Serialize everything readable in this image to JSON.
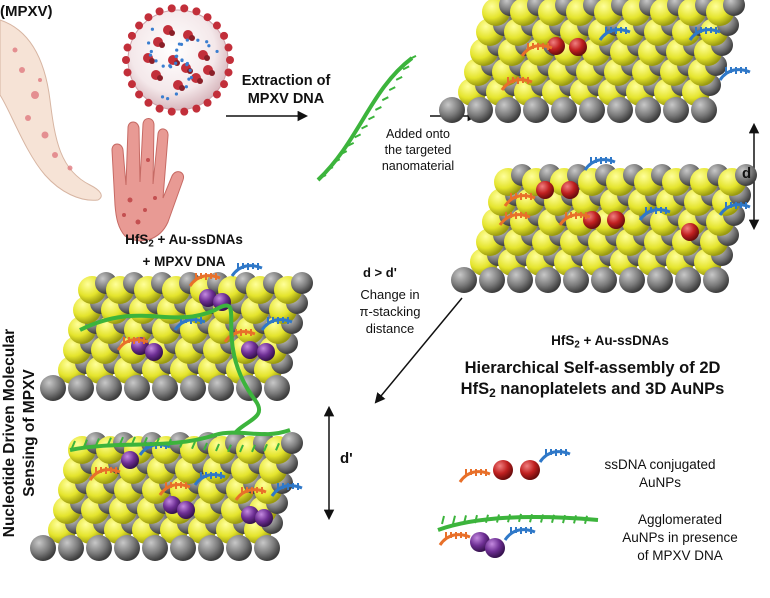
{
  "top_label": "(MPXV)",
  "extraction": [
    "Extraction of",
    "MPXV DNA"
  ],
  "added_onto": [
    "Added onto",
    "the targeted",
    "nanomaterial"
  ],
  "d_label": "d",
  "d_prime_label": "d'",
  "compare": "d > d'",
  "change_text": [
    "Change in",
    "π-stacking",
    "distance"
  ],
  "bottom_title": {
    "pre": "HfS",
    "sub": "2",
    "post": " + Au-ssDNAs",
    "line2": "+ MPXV DNA"
  },
  "right_label": {
    "pre": "HfS",
    "sub": "2",
    "post": " + Au-ssDNAs"
  },
  "hierarchical": {
    "line1": "Hierarchical Self-assembly of 2D",
    "l2_pre": "HfS",
    "l2_sub": "2",
    "l2_post": " nanoplatelets and 3D AuNPs"
  },
  "vertical_title": [
    "Nucleotide Driven Molecular",
    "Sensing of MPXV"
  ],
  "legend": {
    "ssdna": [
      "ssDNA conjugated",
      "AuNPs"
    ],
    "agglomerated": [
      "Agglomerated",
      "AuNPs in presence",
      "of MPXV DNA"
    ]
  },
  "colors": {
    "gold": "#d9d92a",
    "gray": "#6e6e6e",
    "red": "#b81f1f",
    "purple": "#6a2f8f",
    "green": "#3cb43c",
    "orange": "#e8702a",
    "blue": "#2f78c8"
  }
}
